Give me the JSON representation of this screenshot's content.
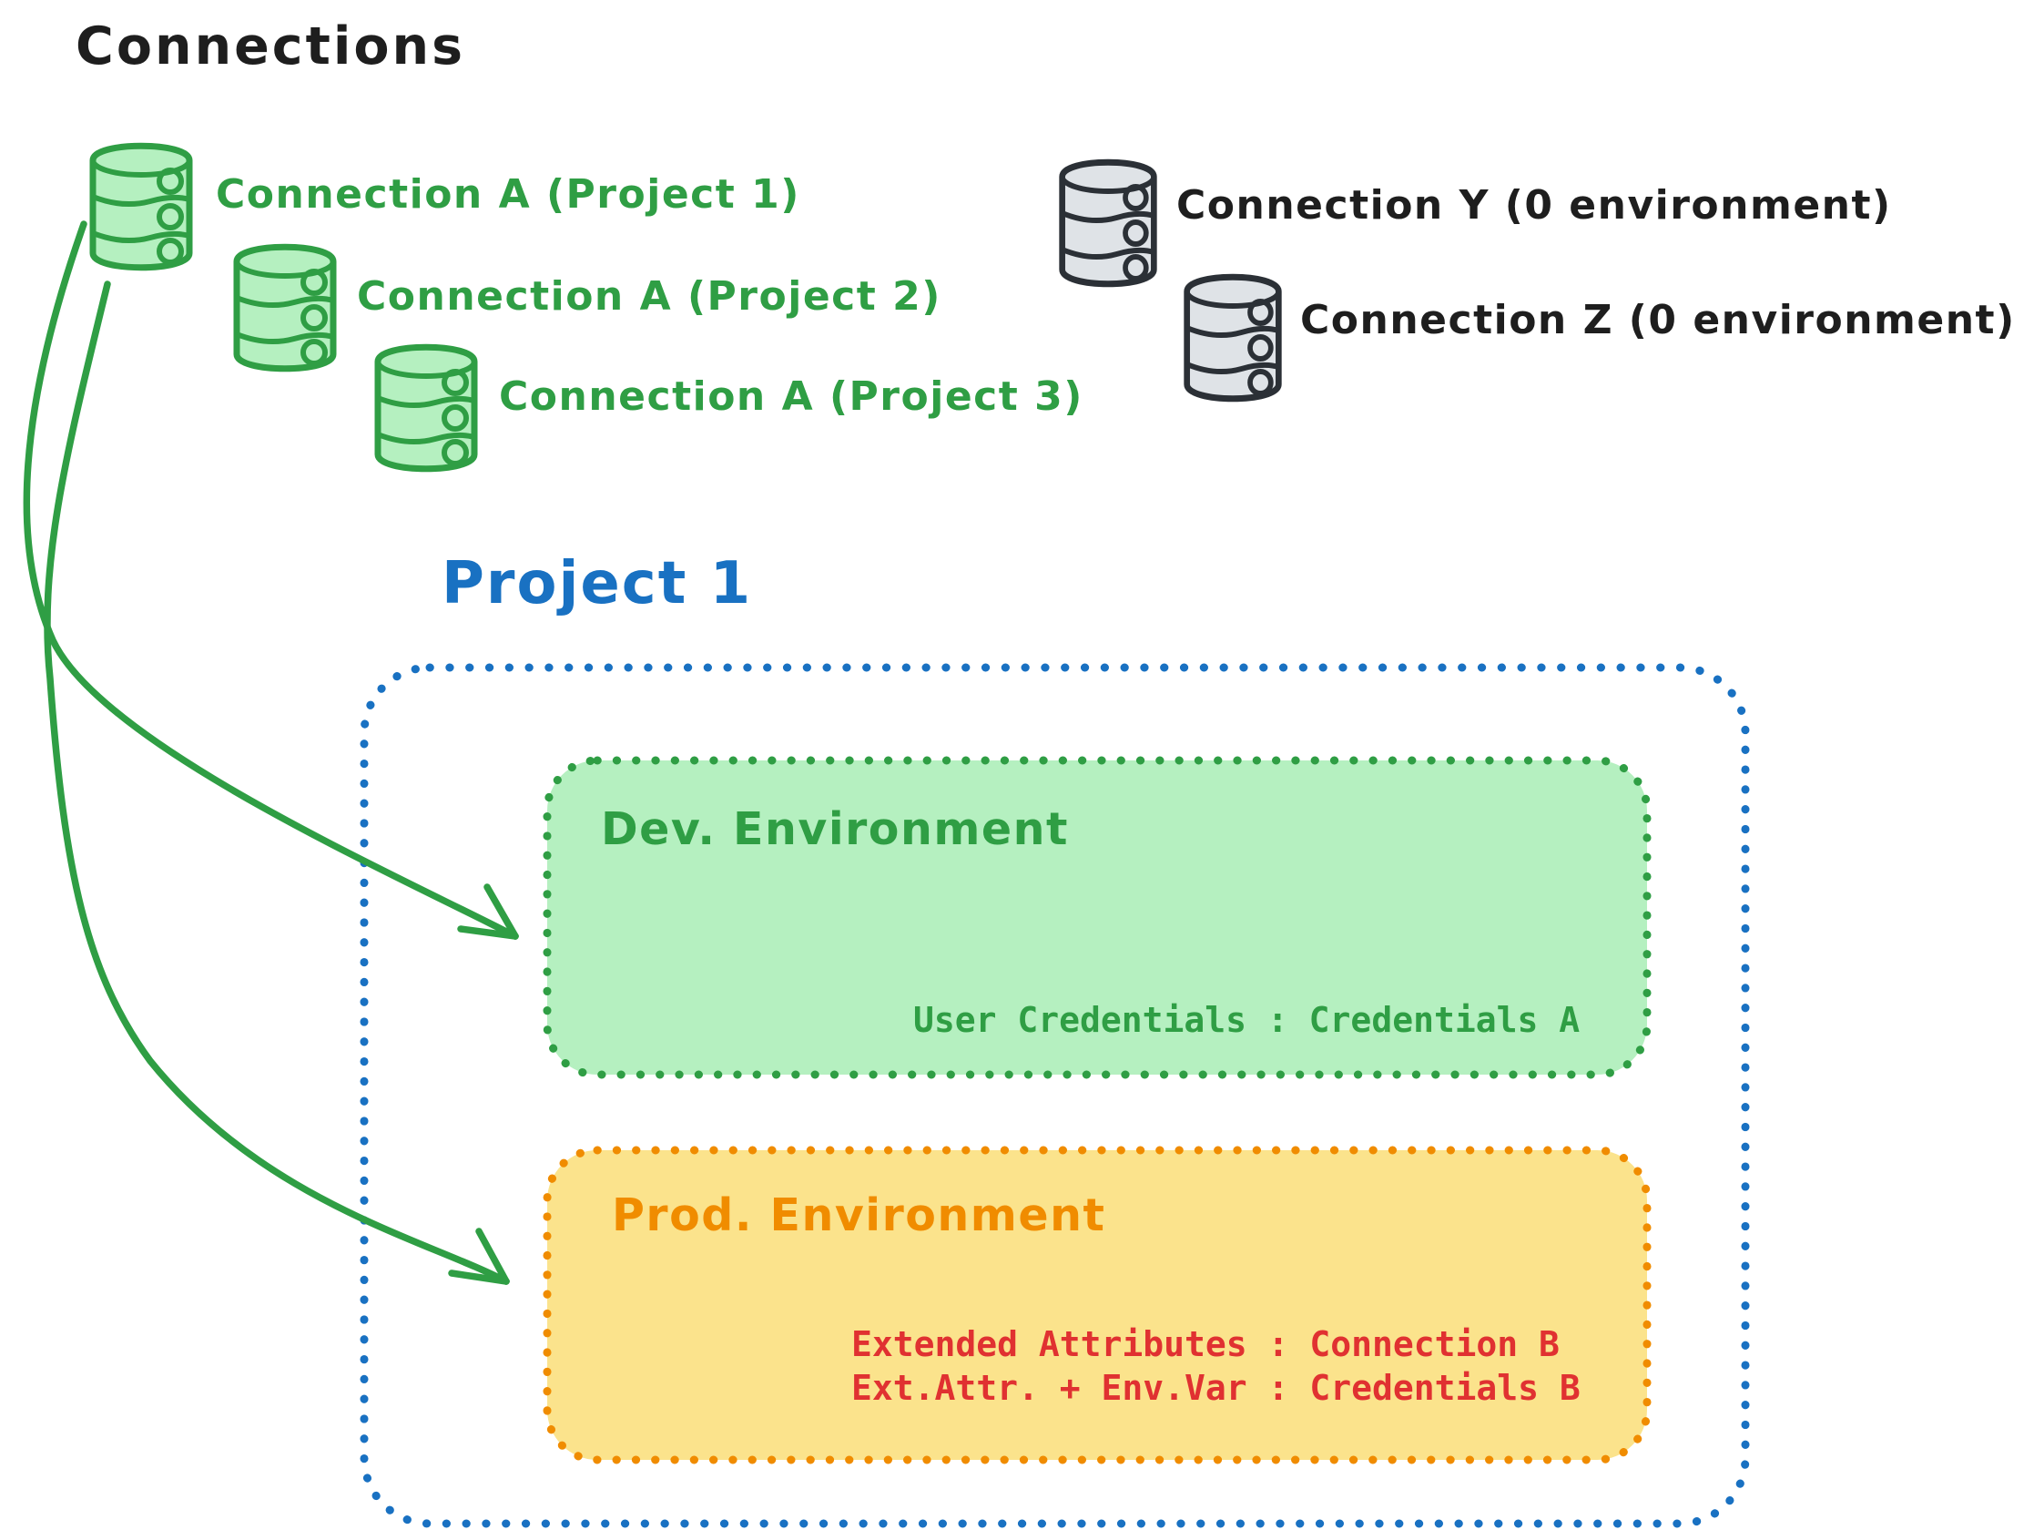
{
  "header": {
    "title": "Connections"
  },
  "colors": {
    "black": "#1e1e1e",
    "green": "#2f9e44",
    "green_fill": "#b5f0c0",
    "blue": "#1971c2",
    "orange": "#f08c00",
    "yellow_fill": "#fbe38c",
    "red": "#e03131",
    "gray_fill": "#dfe3e7",
    "gray_stroke": "#2b3036"
  },
  "connections": {
    "project_scoped": [
      {
        "icon": "database-icon",
        "label": "Connection A (Project 1)"
      },
      {
        "icon": "database-icon",
        "label": "Connection A (Project 2)"
      },
      {
        "icon": "database-icon",
        "label": "Connection A (Project 3)"
      }
    ],
    "unscoped": [
      {
        "icon": "database-icon",
        "label": "Connection Y (0 environment)"
      },
      {
        "icon": "database-icon",
        "label": "Connection Z (0 environment)"
      }
    ]
  },
  "project": {
    "title": "Project 1",
    "environments": [
      {
        "name": "Dev. Environment",
        "credentials": [
          "User Credentials : Credentials A"
        ]
      },
      {
        "name": "Prod. Environment",
        "credentials": [
          "Extended Attributes : Connection B",
          "Ext.Attr. + Env.Var : Credentials B"
        ]
      }
    ]
  }
}
